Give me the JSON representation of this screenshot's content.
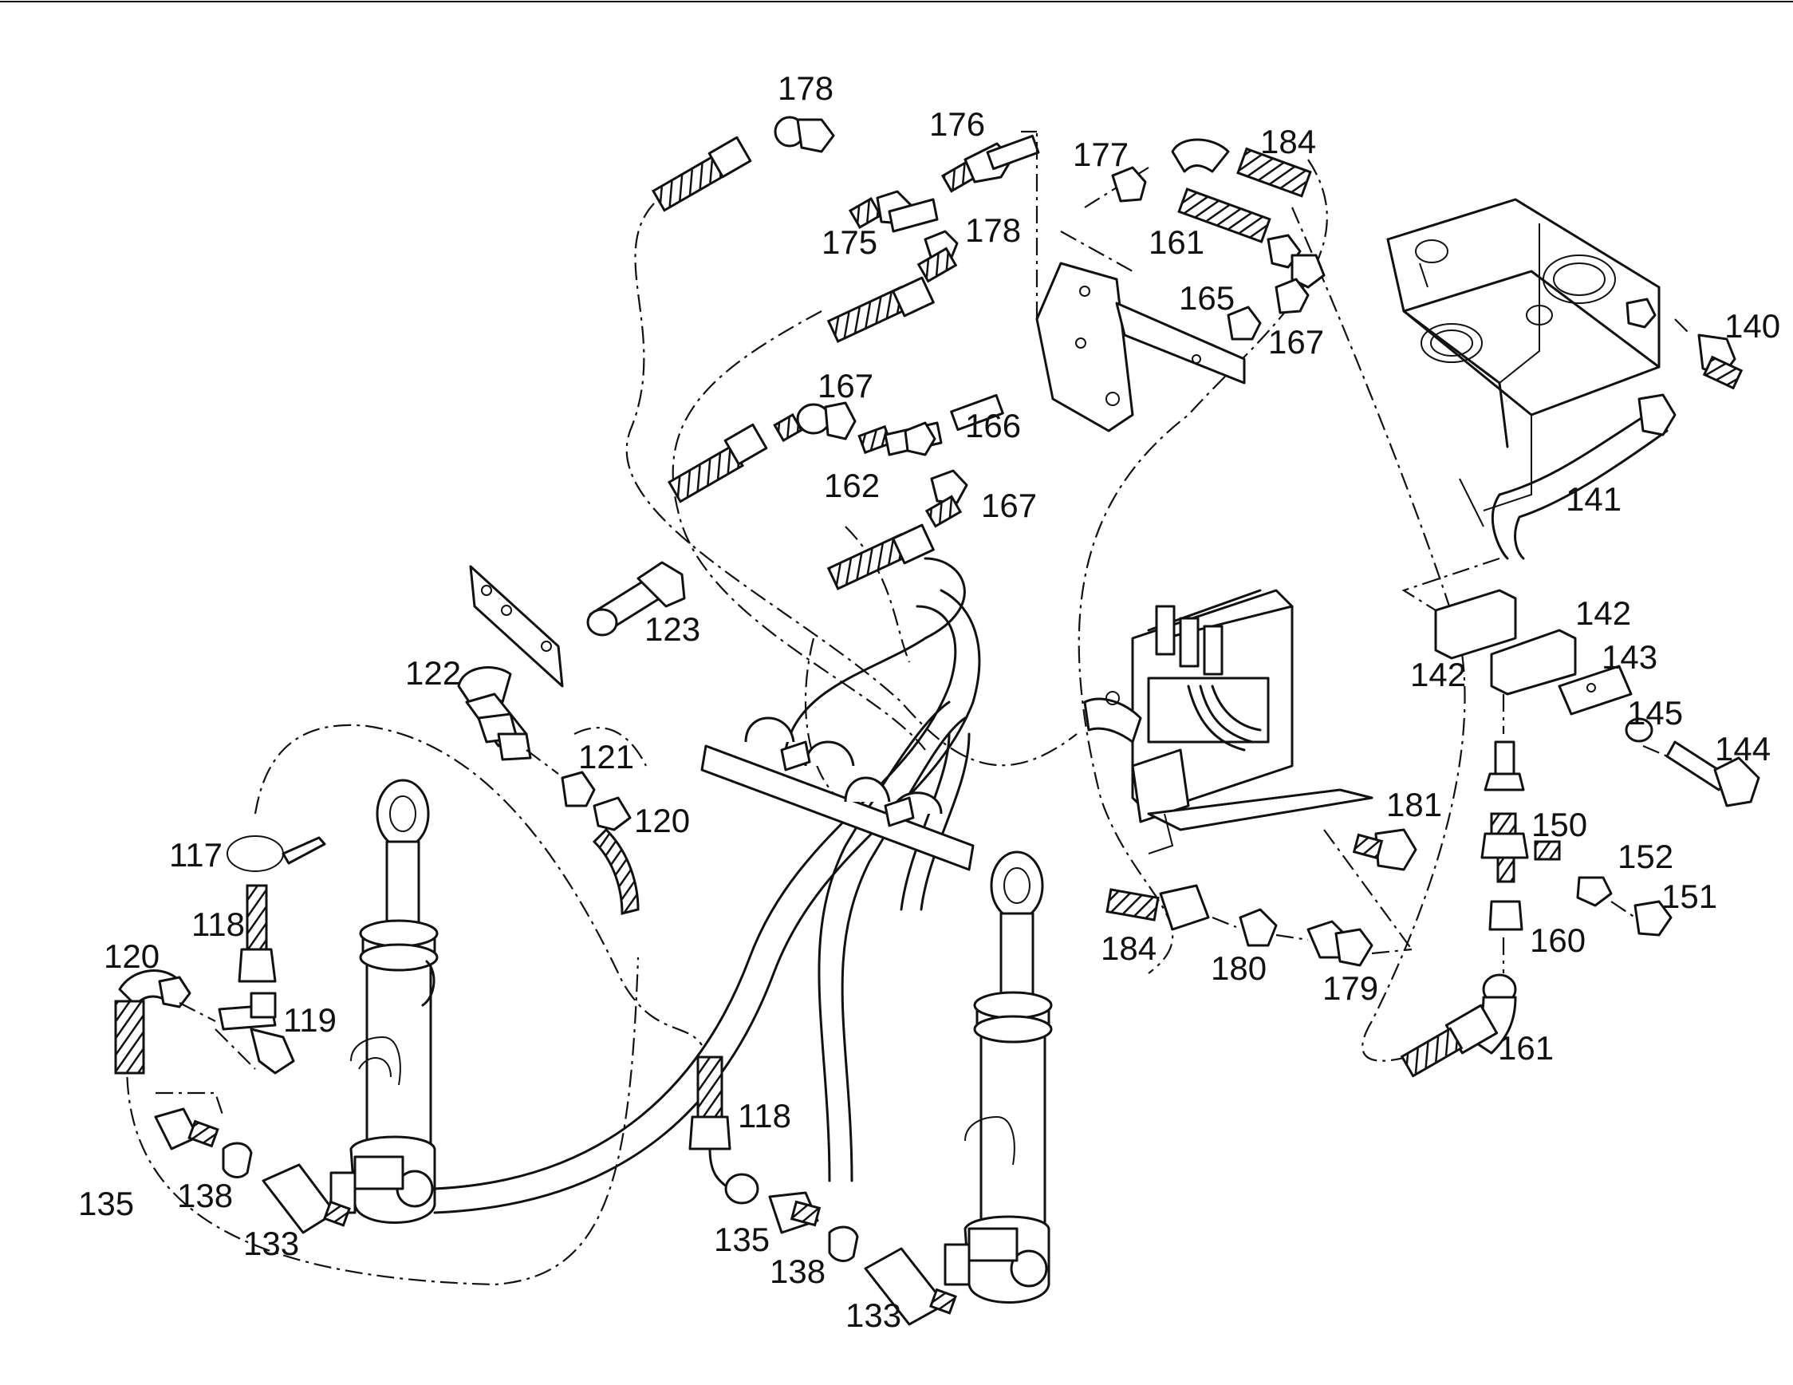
{
  "diagram": {
    "type": "exploded-parts-diagram",
    "labels": [
      {
        "id": "l178a",
        "text": "178"
      },
      {
        "id": "l176",
        "text": "176"
      },
      {
        "id": "l177",
        "text": "177"
      },
      {
        "id": "l184a",
        "text": "184"
      },
      {
        "id": "l175",
        "text": "175"
      },
      {
        "id": "l178b",
        "text": "178"
      },
      {
        "id": "l161a",
        "text": "161"
      },
      {
        "id": "l165",
        "text": "165"
      },
      {
        "id": "l167a",
        "text": "167"
      },
      {
        "id": "l140",
        "text": "140"
      },
      {
        "id": "l167b",
        "text": "167"
      },
      {
        "id": "l166",
        "text": "166"
      },
      {
        "id": "l162",
        "text": "162"
      },
      {
        "id": "l167c",
        "text": "167"
      },
      {
        "id": "l141",
        "text": "141"
      },
      {
        "id": "l123",
        "text": "123"
      },
      {
        "id": "l142a",
        "text": "142"
      },
      {
        "id": "l142b",
        "text": "142"
      },
      {
        "id": "l143",
        "text": "143"
      },
      {
        "id": "l122",
        "text": "122"
      },
      {
        "id": "l145",
        "text": "145"
      },
      {
        "id": "l144",
        "text": "144"
      },
      {
        "id": "l121",
        "text": "121"
      },
      {
        "id": "l120a",
        "text": "120"
      },
      {
        "id": "l181",
        "text": "181"
      },
      {
        "id": "l150",
        "text": "150"
      },
      {
        "id": "l117",
        "text": "117"
      },
      {
        "id": "l152",
        "text": "152"
      },
      {
        "id": "l151",
        "text": "151"
      },
      {
        "id": "l118a",
        "text": "118"
      },
      {
        "id": "l120b",
        "text": "120"
      },
      {
        "id": "l184b",
        "text": "184"
      },
      {
        "id": "l180",
        "text": "180"
      },
      {
        "id": "l160",
        "text": "160"
      },
      {
        "id": "l179",
        "text": "179"
      },
      {
        "id": "l119",
        "text": "119"
      },
      {
        "id": "l161b",
        "text": "161"
      },
      {
        "id": "l118b",
        "text": "118"
      },
      {
        "id": "l135a",
        "text": "135"
      },
      {
        "id": "l138a",
        "text": "138"
      },
      {
        "id": "l133a",
        "text": "133"
      },
      {
        "id": "l135b",
        "text": "135"
      },
      {
        "id": "l138b",
        "text": "138"
      },
      {
        "id": "l133b",
        "text": "133"
      }
    ]
  }
}
